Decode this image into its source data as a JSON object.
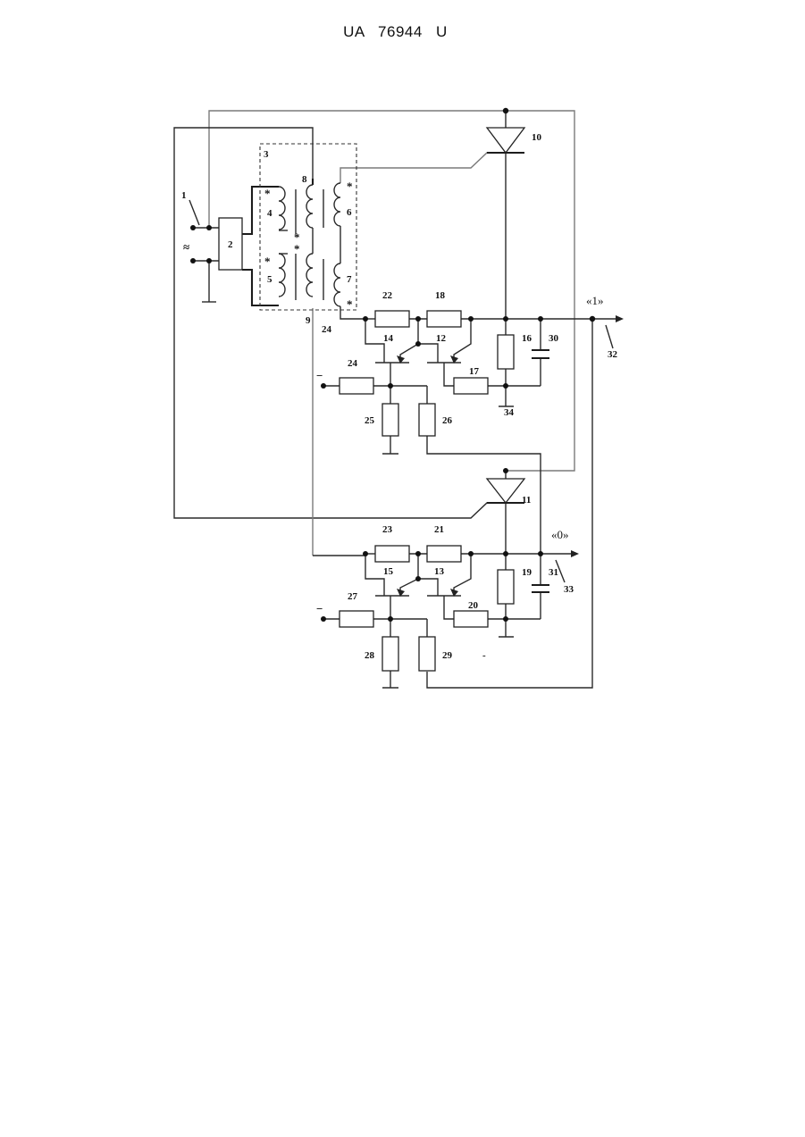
{
  "header": {
    "text": "UA   76944   U"
  },
  "diagram": {
    "labels": {
      "l1": "1",
      "l2": "2",
      "l3": "3",
      "l4": "4",
      "l5": "5",
      "l6": "6",
      "l7": "7",
      "l8": "8",
      "l9": "9",
      "l10": "10",
      "l11": "11",
      "l12": "12",
      "l13": "13",
      "l14": "14",
      "l15": "15",
      "l16": "16",
      "l17": "17",
      "l18": "18",
      "l19": "19",
      "l20": "20",
      "l21": "21",
      "l22": "22",
      "l23": "23",
      "l24a": "24",
      "l24b": "24",
      "l25": "25",
      "l26": "26",
      "l27": "27",
      "l28": "28",
      "l29": "29",
      "l30": "30",
      "l31": "31",
      "l32": "32",
      "l33": "33",
      "l34": "34"
    },
    "symbols": {
      "ac_source": "≈",
      "minus_top": "−",
      "minus_bottom": "−",
      "star": "*",
      "stray_mark": "-"
    },
    "outputs": {
      "one": "«1»",
      "zero": "«0»"
    }
  }
}
